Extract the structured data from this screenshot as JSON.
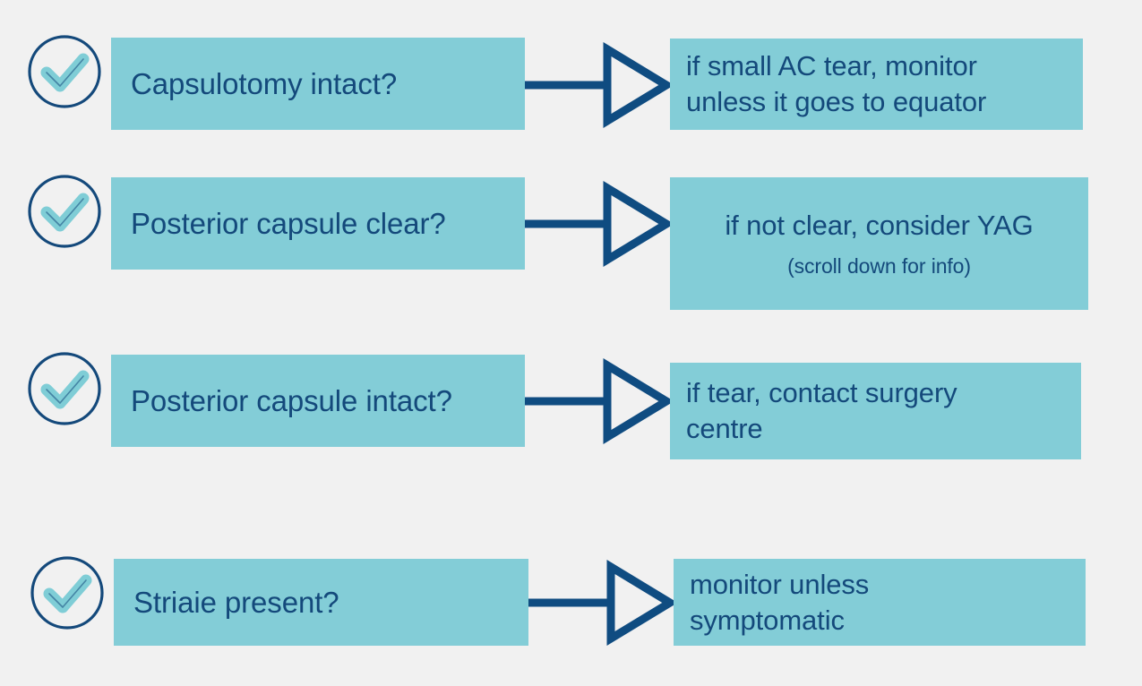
{
  "page": {
    "background_color": "#f1f1f1",
    "box_color": "#83cdd7",
    "text_color": "#14497b",
    "accent_color": "#0f4c81"
  },
  "rows": [
    {
      "icon": "check-circle-icon",
      "question": "Capsulotomy intact?",
      "arrow": "arrow-right-triangle",
      "action_lines": [
        "if small AC tear, monitor",
        "unless it goes to equator"
      ],
      "action_align": "left"
    },
    {
      "icon": "check-circle-icon",
      "question": "Posterior capsule clear?",
      "arrow": "arrow-right-triangle",
      "action_lines": [
        "if not clear, consider YAG",
        "(scroll down for info)"
      ],
      "action_align": "center"
    },
    {
      "icon": "check-circle-icon",
      "question": "Posterior capsule intact?",
      "arrow": "arrow-right-triangle",
      "action_lines": [
        "if tear, contact surgery",
        "centre"
      ],
      "action_align": "left"
    },
    {
      "icon": "check-circle-icon",
      "question": "Striaie present?",
      "arrow": "arrow-right-triangle",
      "action_lines": [
        "monitor unless",
        "symptomatic"
      ],
      "action_align": "left"
    }
  ]
}
